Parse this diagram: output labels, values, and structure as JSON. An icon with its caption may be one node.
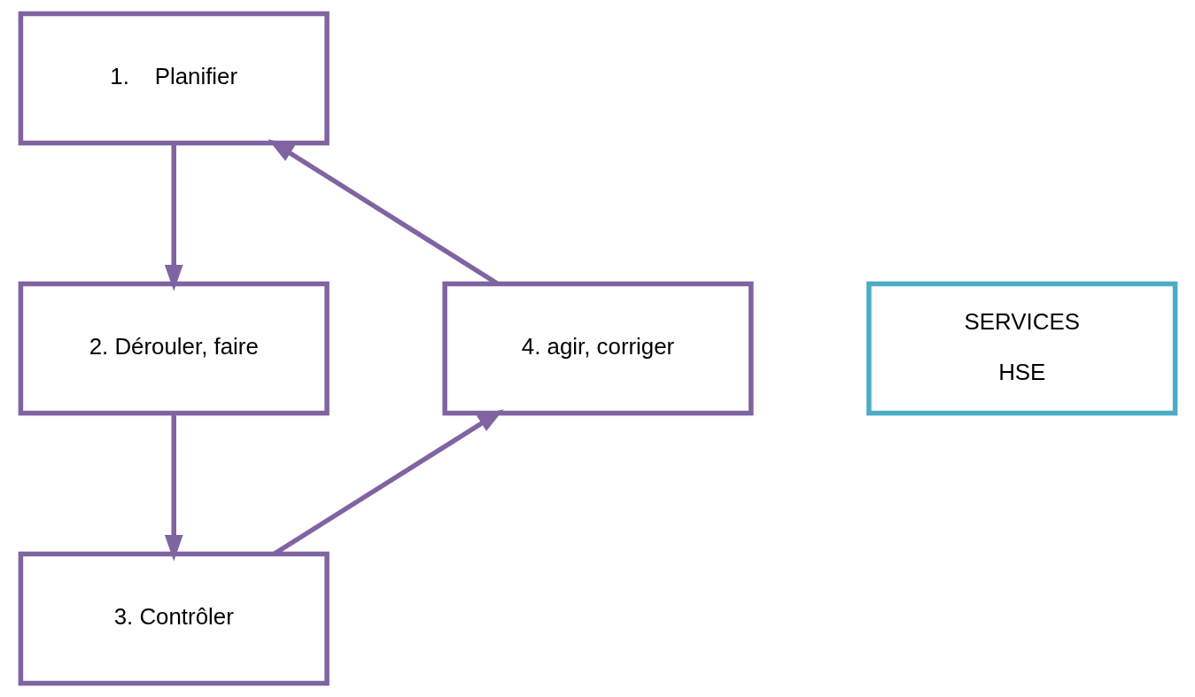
{
  "diagram": {
    "nodes": [
      {
        "text": [
          "1.    Planifier"
        ]
      },
      {
        "text": [
          "4. agir, corriger"
        ]
      },
      {
        "text": [
          "SERVICES",
          "HSE"
        ]
      },
      {
        "text": [
          "2. Dérouler, faire"
        ]
      },
      {
        "text": [
          "3. Contrôler"
        ]
      }
    ],
    "edges": [
      {
        "from": 0,
        "to": 3,
        "arrow": "to"
      },
      {
        "from": 3,
        "to": 4,
        "arrow": "to"
      },
      {
        "from": 4,
        "to": 1,
        "arrow": "to"
      },
      {
        "from": 1,
        "to": 0,
        "arrow": "to"
      }
    ]
  }
}
